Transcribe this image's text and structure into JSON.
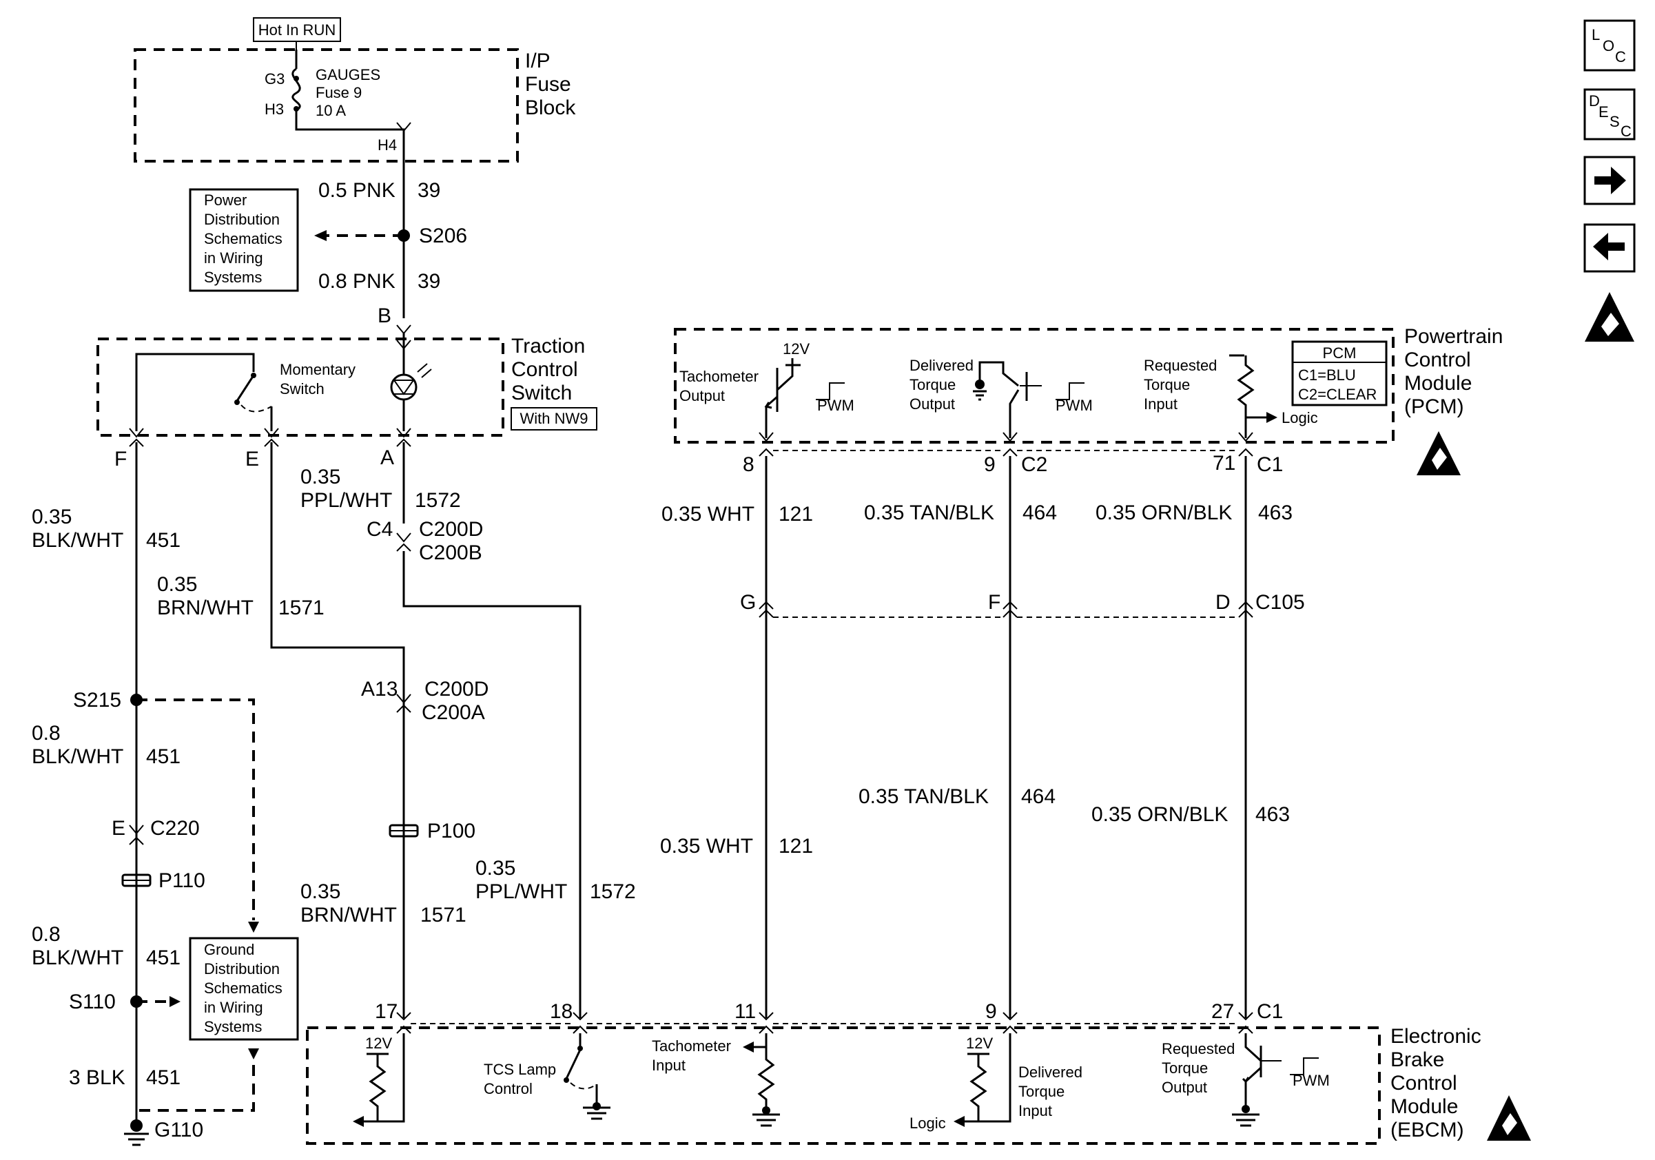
{
  "fuse_block": {
    "hot_label": "Hot In RUN",
    "title_line1": "I/P",
    "title_line2": "Fuse",
    "title_line3": "Block",
    "fuse_name": "GAUGES",
    "fuse_number": "Fuse 9",
    "fuse_rating": "10 A",
    "pin_g3": "G3",
    "pin_h3": "H3",
    "pin_h4": "H4"
  },
  "power_dist": {
    "line1": "Power",
    "line2": "Distribution",
    "line3": "Schematics",
    "line4": "in Wiring",
    "line5": "Systems",
    "splice": "S206",
    "wire_top_color": "0.5 PNK",
    "wire_top_circuit": "39",
    "wire_bottom_color": "0.8 PNK",
    "wire_bottom_circuit": "39",
    "pin_b": "B"
  },
  "tcs_switch": {
    "title_line1": "Traction",
    "title_line2": "Control",
    "title_line3": "Switch",
    "option": "With NW9",
    "switch_line1": "Momentary",
    "switch_line2": "Switch",
    "pin_f": "F",
    "pin_e": "E",
    "pin_a": "A"
  },
  "ground_side": {
    "w1_size": "0.35",
    "w1_color": "BLK/WHT",
    "w1_circuit": "451",
    "w2_size": "0.35",
    "w2_color": "BRN/WHT",
    "w2_circuit": "1571",
    "splice_s215": "S215",
    "w3_size": "0.8",
    "w3_color": "BLK/WHT",
    "w3_circuit": "451",
    "pin_e": "E",
    "conn_c220": "C220",
    "pass_p110": "P110",
    "w4_size": "0.8",
    "w4_color": "BLK/WHT",
    "w4_circuit": "451",
    "splice_s110": "S110",
    "w5_color": "3 BLK",
    "w5_circuit": "451",
    "ground_g110": "G110",
    "gd_line1": "Ground",
    "gd_line2": "Distribution",
    "gd_line3": "Schematics",
    "gd_line4": "in Wiring",
    "gd_line5": "Systems"
  },
  "lamp_circuit": {
    "w_size": "0.35",
    "w_color": "PPL/WHT",
    "w_circuit": "1572",
    "pin_c4": "C4",
    "conn_c200d": "C200D",
    "conn_c200b": "C200B",
    "pin_a13": "A13",
    "conn_c200d_2": "C200D",
    "conn_c200a": "C200A",
    "pass_p100": "P100",
    "lower_size": "0.35",
    "lower_color": "BRN/WHT",
    "lower_circuit": "1571",
    "ppl_size": "0.35",
    "ppl_color": "PPL/WHT",
    "ppl_circuit": "1572"
  },
  "pcm": {
    "title_line1": "Powertrain",
    "title_line2": "Control",
    "title_line3": "Module",
    "title_line4": "(PCM)",
    "legend_title": "PCM",
    "legend_c1": "C1=BLU",
    "legend_c2": "C2=CLEAR",
    "tach_line1": "Tachometer",
    "tach_line2": "Output",
    "v12": "12V",
    "pwm": "PWM",
    "dt_line1": "Delivered",
    "dt_line2": "Torque",
    "dt_line3": "Output",
    "pwm2": "PWM",
    "rt_line1": "Requested",
    "rt_line2": "Torque",
    "rt_line3": "Input",
    "logic": "Logic",
    "pin_8": "8",
    "pin_9": "9",
    "conn_c2": "C2",
    "pin_71": "71",
    "conn_c1": "C1"
  },
  "signal_wires": {
    "wht_top": "0.35 WHT",
    "wht_top_circuit": "121",
    "tan_top": "0.35 TAN/BLK",
    "tan_top_circuit": "464",
    "orn_top": "0.35 ORN/BLK",
    "orn_top_circuit": "463",
    "pin_g": "G",
    "pin_f": "F",
    "pin_d": "D",
    "conn_c105": "C105",
    "tan_bottom": "0.35 TAN/BLK",
    "tan_bottom_circuit": "464",
    "orn_bottom": "0.35 ORN/BLK",
    "orn_bottom_circuit": "463",
    "wht_bottom": "0.35 WHT",
    "wht_bottom_circuit": "121"
  },
  "ebcm": {
    "title_line1": "Electronic",
    "title_line2": "Brake",
    "title_line3": "Control",
    "title_line4": "Module",
    "title_line5": "(EBCM)",
    "pin_17": "17",
    "pin_18": "18",
    "pin_11": "11",
    "pin_9": "9",
    "pin_27": "27",
    "conn_c1": "C1",
    "v12_a": "12V",
    "tcs_line1": "TCS Lamp",
    "tcs_line2": "Control",
    "tach_line1": "Tachometer",
    "tach_line2": "Input",
    "v12_b": "12V",
    "dt_line1": "Delivered",
    "dt_line2": "Torque",
    "dt_line3": "Input",
    "logic": "Logic",
    "rt_line1": "Requested",
    "rt_line2": "Torque",
    "rt_line3": "Output",
    "pwm": "PWM"
  },
  "nav": {
    "loc_l": "L",
    "loc_o": "O",
    "loc_c": "C",
    "desc_d": "D",
    "desc_e": "E",
    "desc_s": "S",
    "desc_c": "C",
    "next_icon": "arrow-right-icon",
    "prev_icon": "arrow-left-icon",
    "esd_icon": "esd-warning-icon"
  }
}
